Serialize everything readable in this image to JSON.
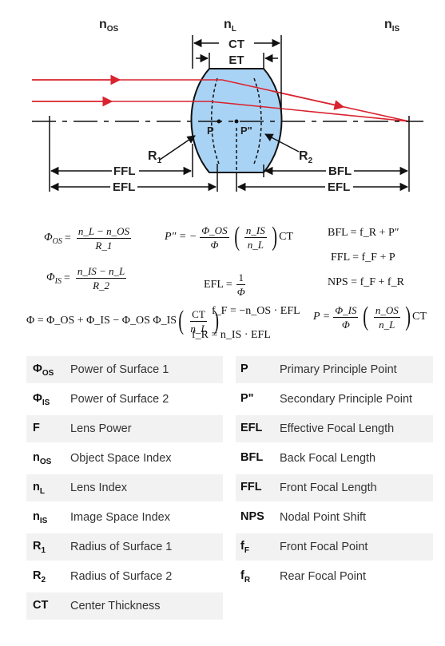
{
  "diagram": {
    "labels": {
      "n_os": "n",
      "n_os_sub": "OS",
      "n_l": "n",
      "n_l_sub": "L",
      "n_is": "n",
      "n_is_sub": "IS",
      "ct": "CT",
      "et": "ET",
      "p": "P",
      "p2": "P\"",
      "r1": "R",
      "r1_sub": "1",
      "r2": "R",
      "r2_sub": "2",
      "ffl": "FFL",
      "efl_left": "EFL",
      "bfl": "BFL",
      "efl_right": "EFL"
    },
    "colors": {
      "lens_fill": "#a9d3f5",
      "ray": "#d9232e",
      "line": "#111111"
    }
  },
  "equations": {
    "phi_os_lhs": "Φ",
    "phi_os_lhs_sub": "OS",
    "phi_os_num": "n_L − n_OS",
    "phi_os_den": "R_1",
    "phi_is_lhs": "Φ",
    "phi_is_lhs_sub": "IS",
    "phi_is_num": "n_IS − n_L",
    "phi_is_den": "R_2",
    "p2_lhs": "P″ = −",
    "p2_num": "Φ_OS",
    "p2_den": "Φ",
    "p2_inner_num": "n_IS",
    "p2_inner_den": "n_L",
    "p2_tail": "CT",
    "efl_lhs": "EFL =",
    "efl_num": "1",
    "efl_den": "Φ",
    "bfl": "BFL = f_R + P″",
    "ffl": "FFL = f_F + P",
    "nps": "NPS = f_F + f_R",
    "phi_total": "Φ = Φ_OS + Φ_IS − Φ_OS Φ_IS",
    "phi_total_num": "CT",
    "phi_total_den": "n_L",
    "ff_line": "f_F = −n_OS · EFL",
    "fr_line": "f_R = n_IS · EFL",
    "p_lhs": "P =",
    "p_num": "Φ_IS",
    "p_den": "Φ",
    "p_inner_num": "n_OS",
    "p_inner_den": "n_L",
    "p_tail": "CT"
  },
  "legend": {
    "left": [
      {
        "sym": "Φ",
        "sub": "OS",
        "desc": "Power of Surface 1"
      },
      {
        "sym": "Φ",
        "sub": "IS",
        "desc": "Power of Surface 2"
      },
      {
        "sym": "F",
        "sub": "",
        "desc": "Lens Power"
      },
      {
        "sym": "n",
        "sub": "OS",
        "desc": "Object Space Index"
      },
      {
        "sym": "n",
        "sub": "L",
        "desc": "Lens Index"
      },
      {
        "sym": "n",
        "sub": "IS",
        "desc": "Image Space Index"
      },
      {
        "sym": "R",
        "sub": "1",
        "desc": "Radius of Surface 1"
      },
      {
        "sym": "R",
        "sub": "2",
        "desc": "Radius of Surface 2"
      },
      {
        "sym": "CT",
        "sub": "",
        "desc": "Center Thickness"
      }
    ],
    "right": [
      {
        "sym": "P",
        "sub": "",
        "desc": "Primary Principle Point"
      },
      {
        "sym": "P\"",
        "sub": "",
        "desc": "Secondary Principle Point"
      },
      {
        "sym": "EFL",
        "sub": "",
        "desc": "Effective Focal Length"
      },
      {
        "sym": "BFL",
        "sub": "",
        "desc": "Back Focal Length"
      },
      {
        "sym": "FFL",
        "sub": "",
        "desc": "Front Focal Length"
      },
      {
        "sym": "NPS",
        "sub": "",
        "desc": "Nodal Point Shift"
      },
      {
        "sym": "f",
        "sub": "F",
        "desc": "Front Focal Point"
      },
      {
        "sym": "f",
        "sub": "R",
        "desc": "Rear Focal Point"
      }
    ]
  }
}
